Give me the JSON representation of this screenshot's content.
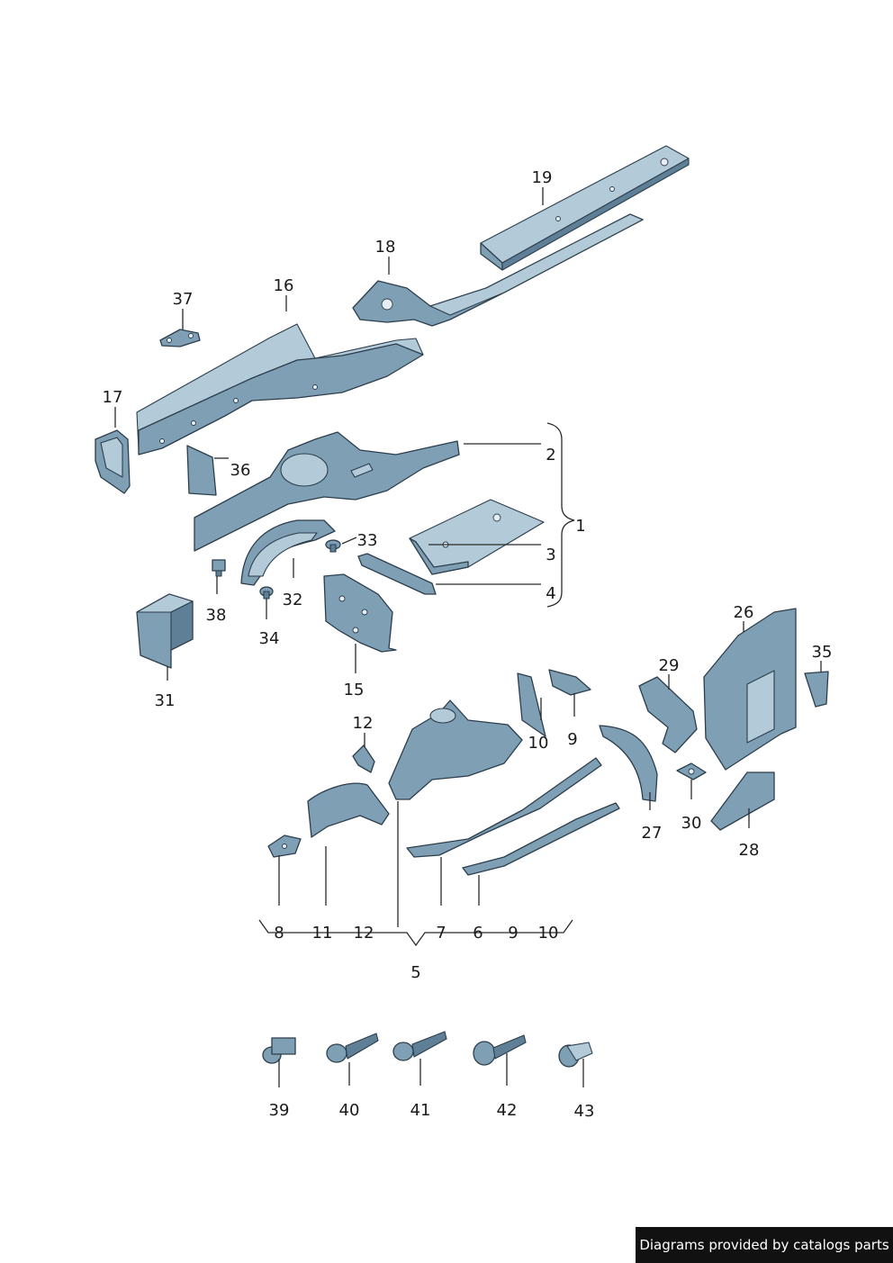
{
  "labels": {
    "l1": "1",
    "l2": "2",
    "l3": "3",
    "l4": "4",
    "l5": "5",
    "l9a": "9",
    "l10a": "10",
    "l12a": "12",
    "l15": "15",
    "l16": "16",
    "l17": "17",
    "l18": "18",
    "l19": "19",
    "l26": "26",
    "l27": "27",
    "l28": "28",
    "l29": "29",
    "l30": "30",
    "l31": "31",
    "l32": "32",
    "l33": "33",
    "l34": "34",
    "l35": "35",
    "l36": "36",
    "l37": "37",
    "l38": "38",
    "l39": "39",
    "l40": "40",
    "l41": "41",
    "l42": "42",
    "l43": "43"
  },
  "group5_labels": [
    "8",
    "11",
    "12",
    "7",
    "6",
    "9",
    "10"
  ],
  "credit": "Diagrams provided by catalogs parts",
  "colors": {
    "part": "#7f9fb5",
    "part_light": "#b3cad9",
    "outline": "#2c3e4c",
    "credit_bg": "#111111"
  }
}
